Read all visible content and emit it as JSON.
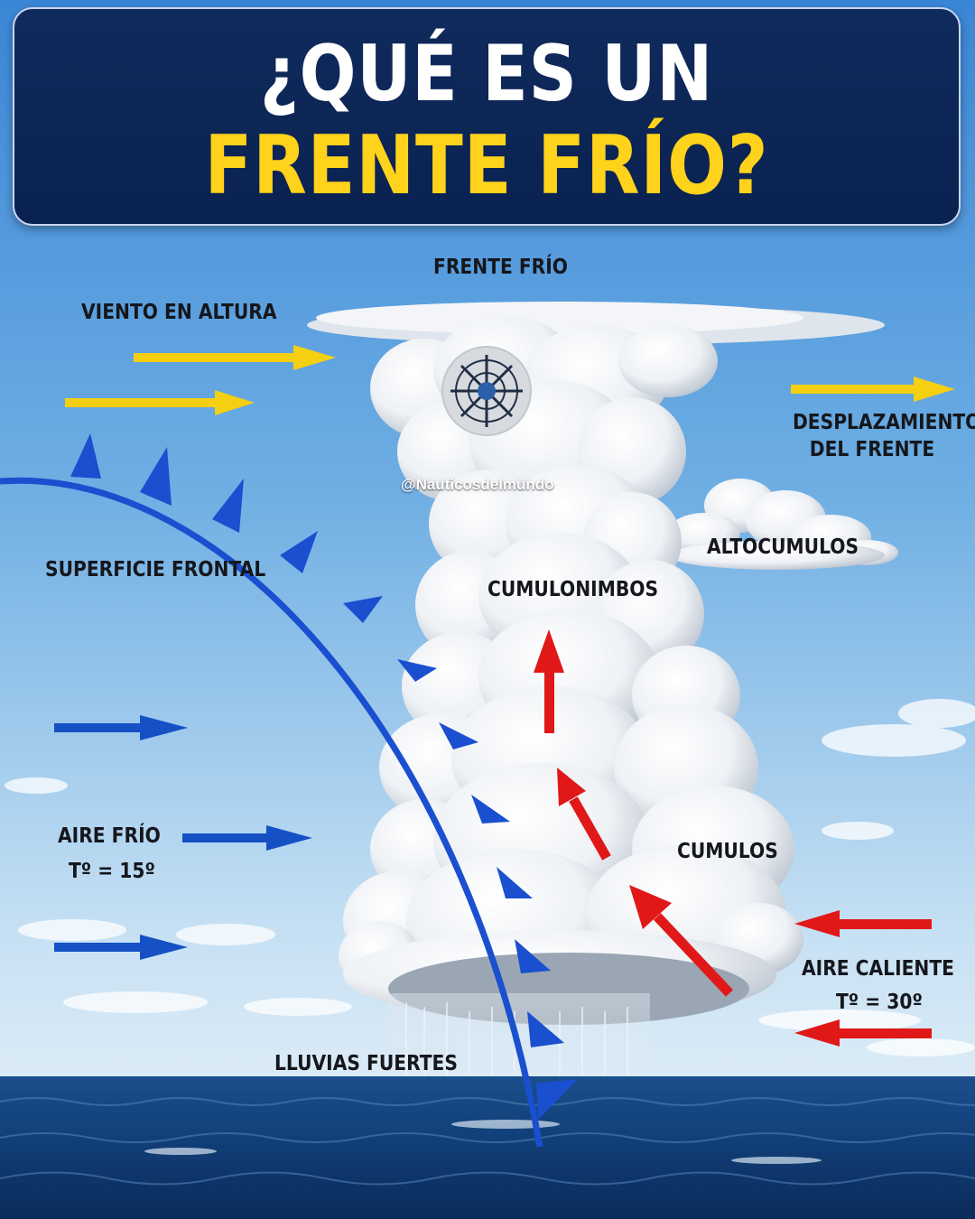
{
  "title": {
    "line1": "¿QUÉ ES UN",
    "line2": "FRENTE FRÍO?"
  },
  "labels": {
    "frente_frio": "FRENTE FRÍO",
    "viento_en_altura": "VIENTO EN ALTURA",
    "desplazamiento_line1": "DESPLAZAMIENTO",
    "desplazamiento_line2": "DEL FRENTE",
    "superficie_frontal": "SUPERFICIE FRONTAL",
    "altocumulos": "ALTOCUMULOS",
    "cumulonimbos": "CUMULONIMBOS",
    "cumulos": "CUMULOS",
    "aire_frio": "AIRE FRÍO",
    "temp_frio": "Tº = 15º",
    "aire_caliente": "AIRE CALIENTE",
    "temp_caliente": "Tº = 30º",
    "lluvias_fuertes": "LLUVIAS FUERTES"
  },
  "watermark": "@Nauticosdelmundo",
  "colors": {
    "title_bg": "#0f2a5c",
    "title_white": "#ffffff",
    "title_yellow": "#ffd21c",
    "wind_yellow": "#f5cf12",
    "cold_blue": "#1550c4",
    "warm_red": "#e01818",
    "front_line": "#1a4fd0",
    "sky_top": "#3f8fdc",
    "sky_bottom": "#d3e8f6",
    "sea": "#123f7a"
  },
  "icons": [
    "ship-wheel-logo-icon"
  ]
}
